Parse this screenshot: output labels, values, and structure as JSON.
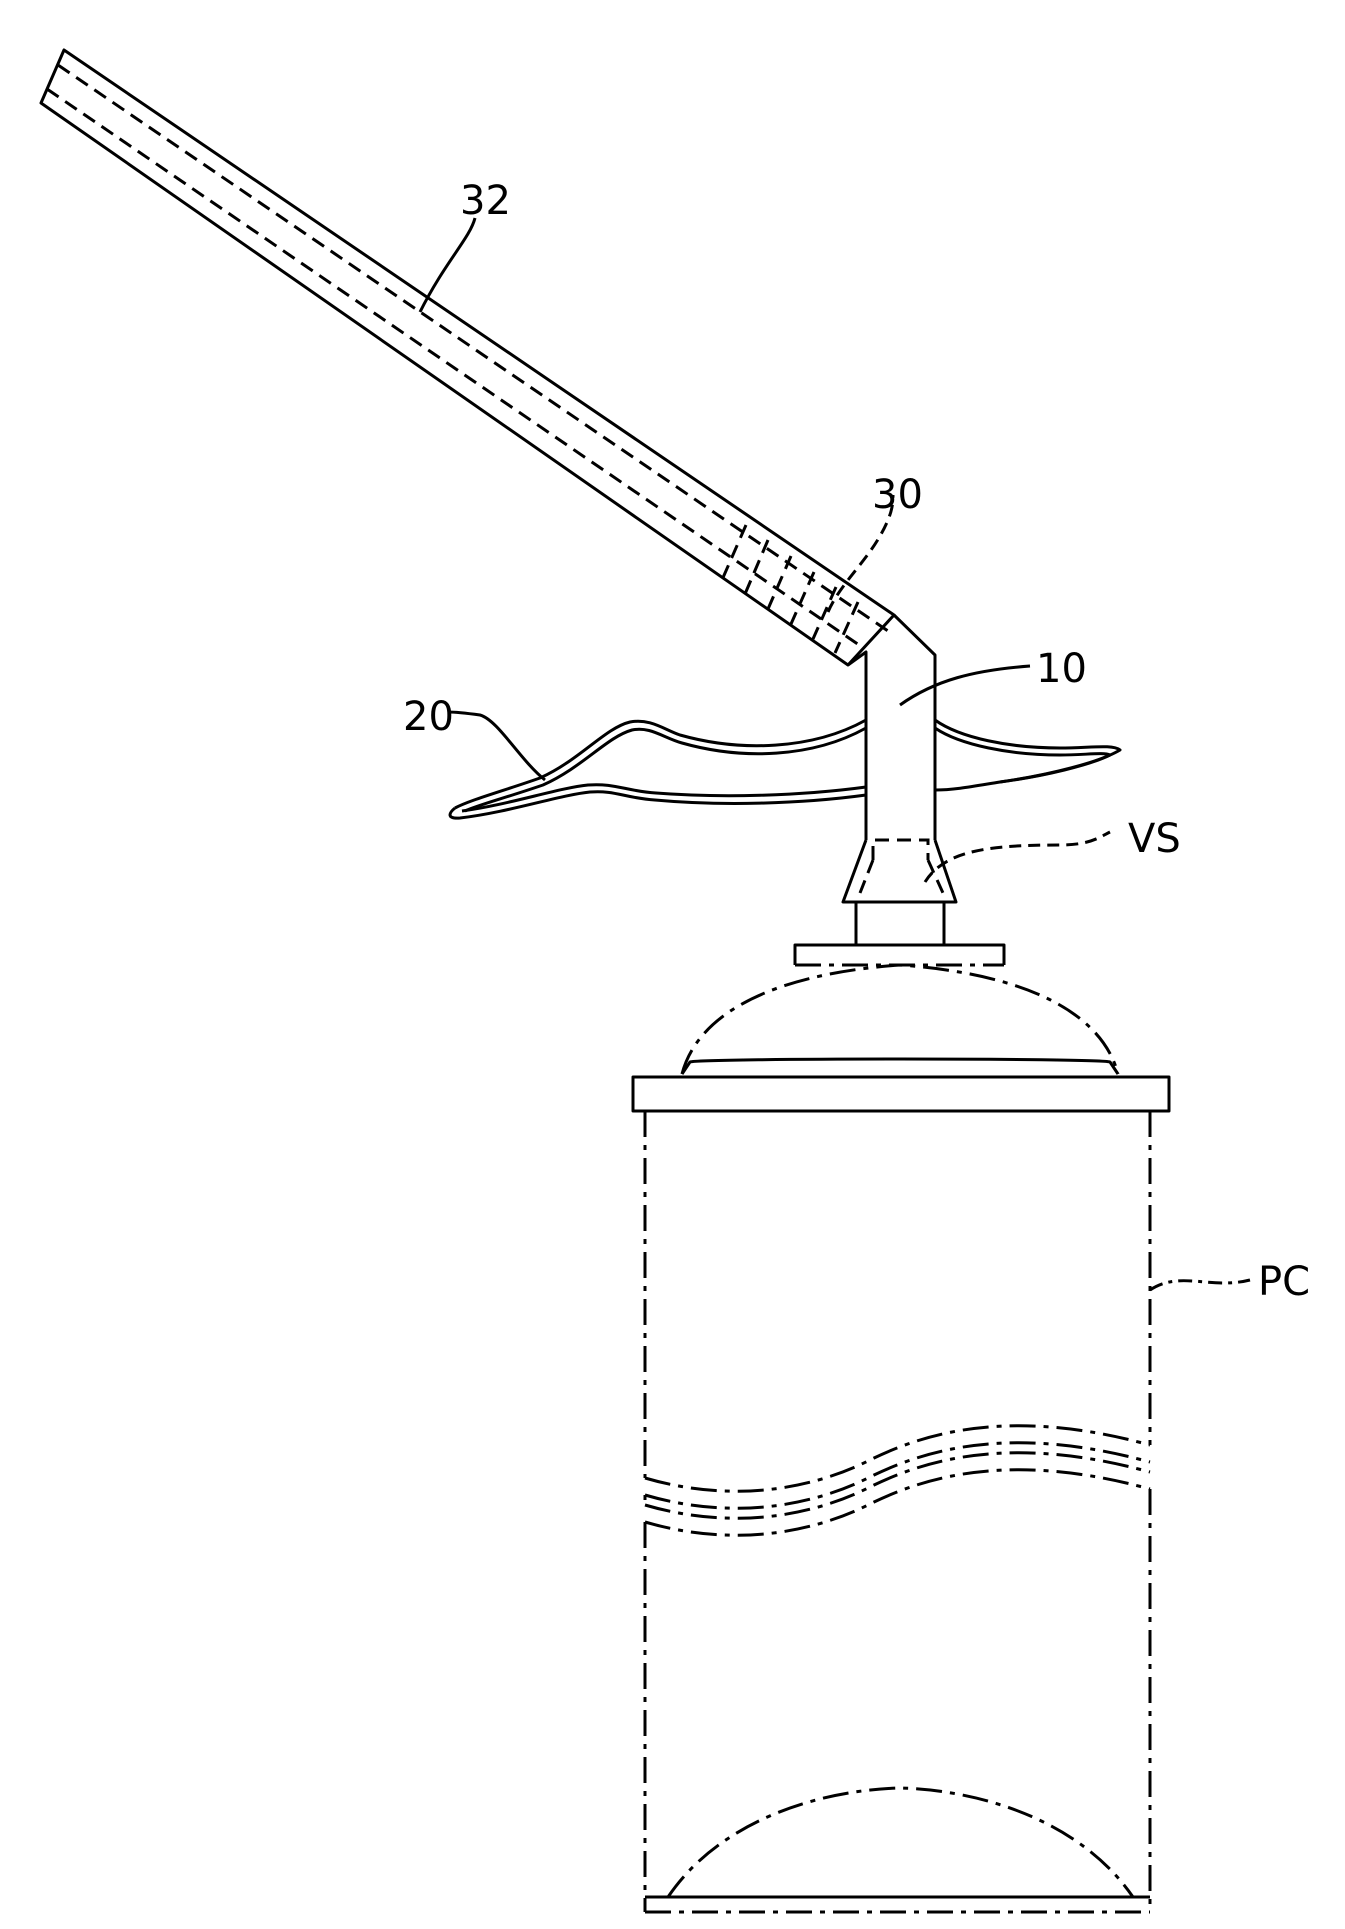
{
  "labels": {
    "extension_tube": "32",
    "connector": "30",
    "nozzle": "10",
    "flange": "20",
    "valve_stem": "VS",
    "container": "PC"
  },
  "colors": {
    "line": "#000000",
    "background": "#ffffff"
  }
}
